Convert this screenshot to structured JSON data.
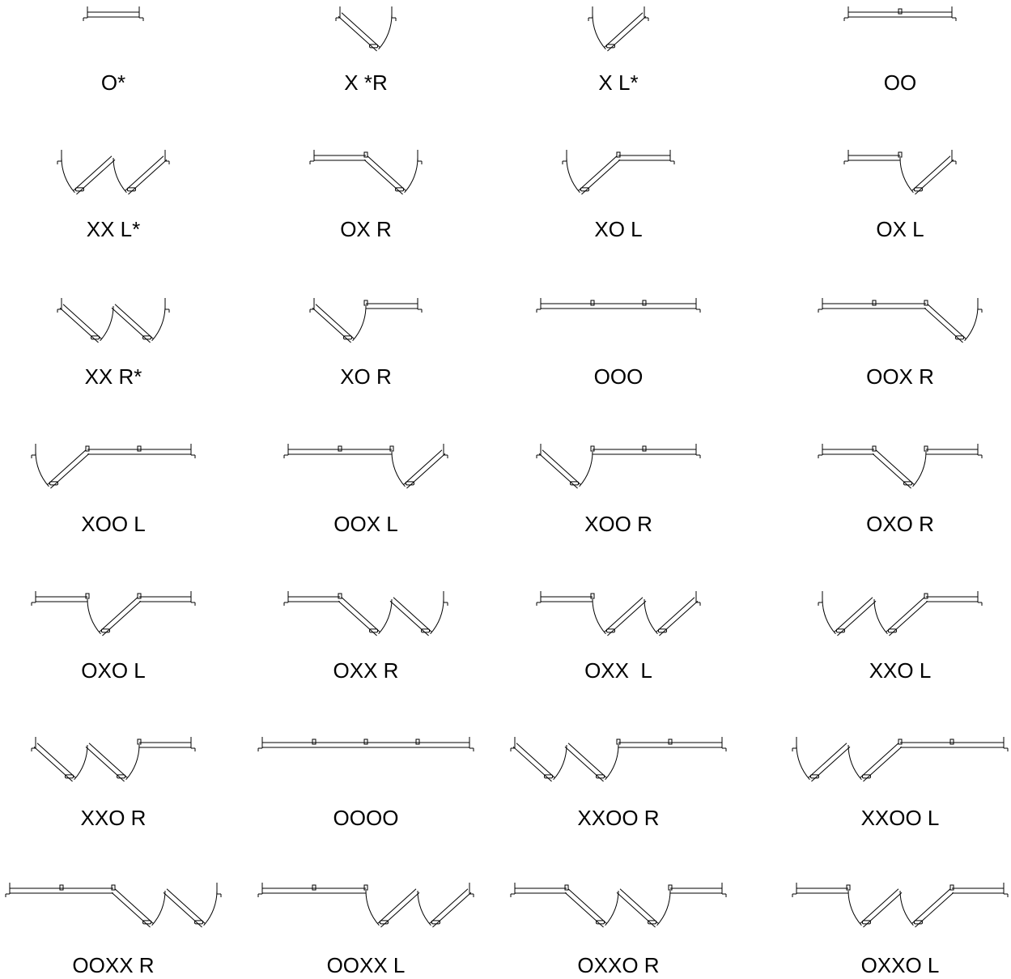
{
  "items": [
    {
      "label": "O*",
      "code": "O",
      "swing": ""
    },
    {
      "label": "X *R",
      "code": "X",
      "swing": "R"
    },
    {
      "label": "X L*",
      "code": "X",
      "swing": "L"
    },
    {
      "label": "OO",
      "code": "OO",
      "swing": ""
    },
    {
      "label": "XX L*",
      "code": "XX",
      "swing": "L"
    },
    {
      "label": "OX R",
      "code": "OX",
      "swing": "R"
    },
    {
      "label": "XO L",
      "code": "XO",
      "swing": "L"
    },
    {
      "label": "OX L",
      "code": "OX",
      "swing": "L"
    },
    {
      "label": "XX R*",
      "code": "XX",
      "swing": "R"
    },
    {
      "label": "XO R",
      "code": "XO",
      "swing": "R"
    },
    {
      "label": "OOO",
      "code": "OOO",
      "swing": ""
    },
    {
      "label": "OOX R",
      "code": "OOX",
      "swing": "R"
    },
    {
      "label": "XOO L",
      "code": "XOO",
      "swing": "L"
    },
    {
      "label": "OOX L",
      "code": "OOX",
      "swing": "L"
    },
    {
      "label": "XOO R",
      "code": "XOO",
      "swing": "R"
    },
    {
      "label": "OXO R",
      "code": "OXO",
      "swing": "R"
    },
    {
      "label": "OXO L",
      "code": "OXO",
      "swing": "L"
    },
    {
      "label": "OXX R",
      "code": "OXX",
      "swing": "R"
    },
    {
      "label": "OXX  L",
      "code": "OXX",
      "swing": "L"
    },
    {
      "label": "XXO L",
      "code": "XXO",
      "swing": "L"
    },
    {
      "label": "XXO R",
      "code": "XXO",
      "swing": "R"
    },
    {
      "label": "OOOO",
      "code": "OOOO",
      "swing": ""
    },
    {
      "label": "XXOO R",
      "code": "XXOO",
      "swing": "R"
    },
    {
      "label": "XXOO L",
      "code": "XXOO",
      "swing": "L"
    },
    {
      "label": "OOXX R",
      "code": "OOXX",
      "swing": "R"
    },
    {
      "label": "OOXX L",
      "code": "OOXX",
      "swing": "L"
    },
    {
      "label": "OXXO R",
      "code": "OXXO",
      "swing": "R"
    },
    {
      "label": "OXXO L",
      "code": "OXXO",
      "swing": "L"
    }
  ],
  "colors": {
    "ink": "#000000",
    "background": "#ffffff"
  }
}
